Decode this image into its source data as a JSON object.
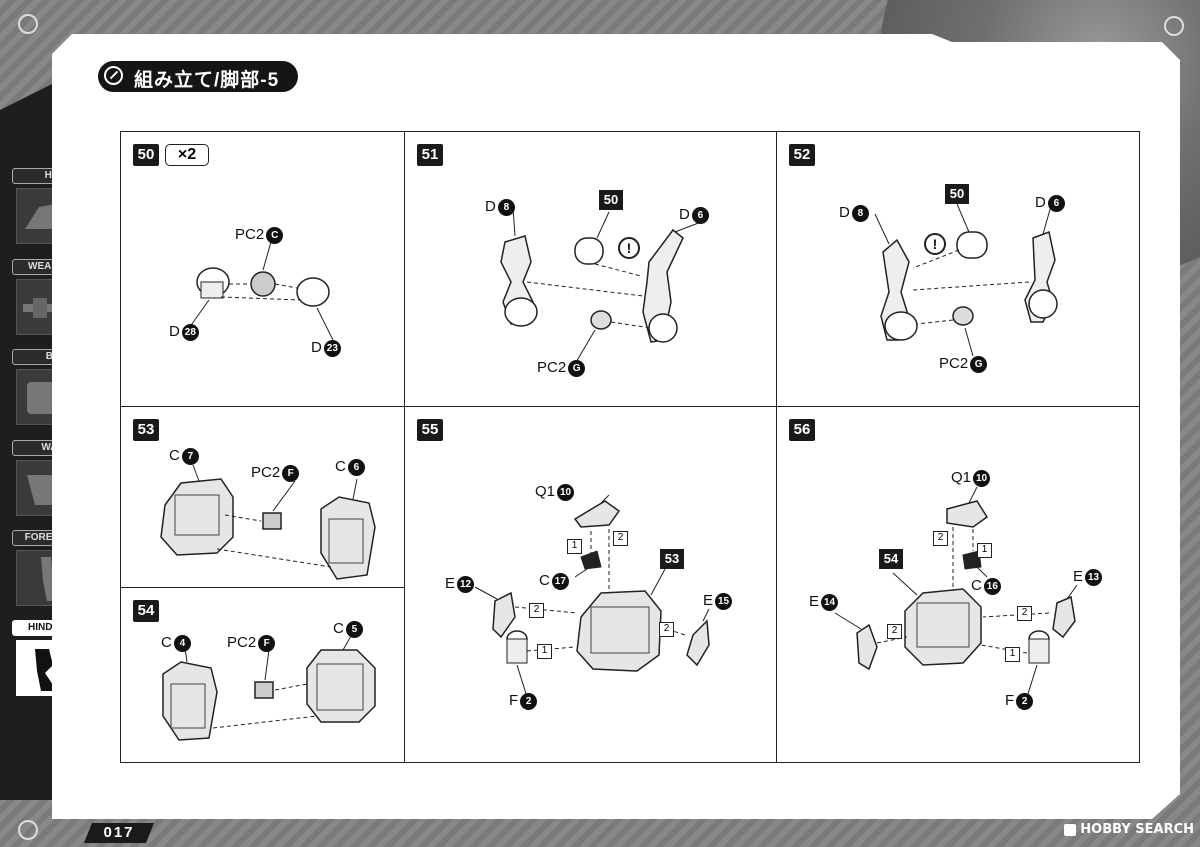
{
  "header": {
    "title": "組み立て/脚部-5"
  },
  "nav": [
    {
      "label": "HEAD",
      "active": false
    },
    {
      "label": "WEAPON",
      "active": false
    },
    {
      "label": "BUST",
      "active": false
    },
    {
      "label": "WAIST",
      "active": false
    },
    {
      "label": "FORELEG",
      "active": false
    },
    {
      "label": "HINDLEG",
      "active": true
    }
  ],
  "steps": {
    "s50": {
      "number": "50",
      "multiplier": "×2",
      "parts": [
        {
          "code": "PC2",
          "id": "C"
        },
        {
          "code": "D",
          "id": "28"
        },
        {
          "code": "D",
          "id": "23"
        }
      ]
    },
    "s51": {
      "number": "51",
      "ref": "50",
      "parts": [
        {
          "code": "D",
          "id": "8"
        },
        {
          "code": "D",
          "id": "6"
        },
        {
          "code": "PC2",
          "id": "G"
        }
      ]
    },
    "s52": {
      "number": "52",
      "ref": "50",
      "parts": [
        {
          "code": "D",
          "id": "8"
        },
        {
          "code": "D",
          "id": "6"
        },
        {
          "code": "PC2",
          "id": "G"
        }
      ]
    },
    "s53": {
      "number": "53",
      "parts": [
        {
          "code": "C",
          "id": "7"
        },
        {
          "code": "PC2",
          "id": "F"
        },
        {
          "code": "C",
          "id": "6"
        }
      ]
    },
    "s54": {
      "number": "54",
      "parts": [
        {
          "code": "C",
          "id": "4"
        },
        {
          "code": "PC2",
          "id": "F"
        },
        {
          "code": "C",
          "id": "5"
        }
      ]
    },
    "s55": {
      "number": "55",
      "ref": "53",
      "parts": [
        {
          "code": "Q1",
          "id": "10"
        },
        {
          "code": "C",
          "id": "17"
        },
        {
          "code": "E",
          "id": "12"
        },
        {
          "code": "E",
          "id": "15"
        },
        {
          "code": "F",
          "id": "2"
        }
      ],
      "seq": [
        "1",
        "2",
        "2",
        "2",
        "1"
      ]
    },
    "s56": {
      "number": "56",
      "ref": "54",
      "parts": [
        {
          "code": "Q1",
          "id": "10"
        },
        {
          "code": "C",
          "id": "16"
        },
        {
          "code": "E",
          "id": "14"
        },
        {
          "code": "E",
          "id": "13"
        },
        {
          "code": "F",
          "id": "2"
        }
      ],
      "seq": [
        "2",
        "1",
        "2",
        "2",
        "1"
      ]
    }
  },
  "footer": {
    "page": "017",
    "watermark": "HOBBY SEARCH"
  },
  "colors": {
    "ink": "#1a1a1a",
    "paper": "#ffffff",
    "frame": "#7d7d7d"
  }
}
